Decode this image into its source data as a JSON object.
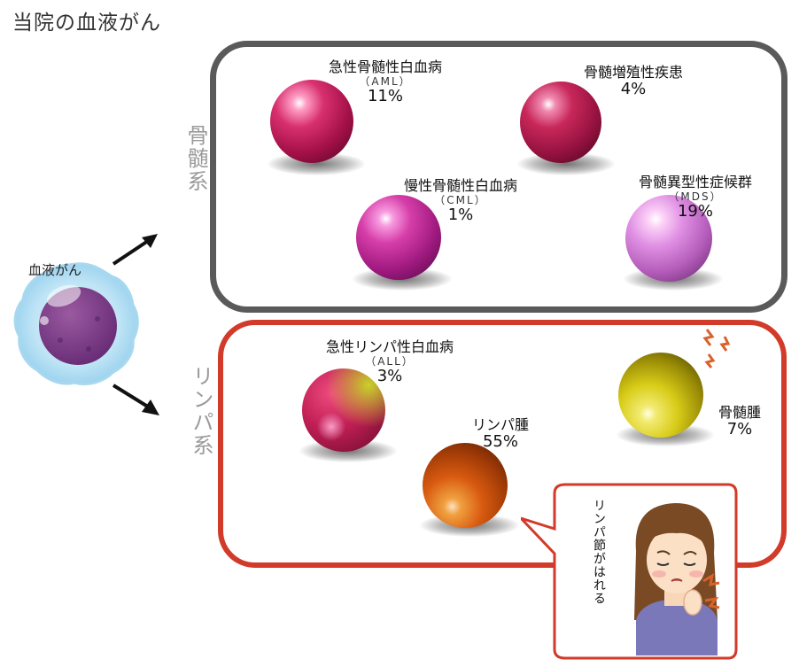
{
  "title": "当院の血液がん",
  "cell_label": "血液がん",
  "groups": {
    "marrow": {
      "label": "骨髄系",
      "border_color": "#5a5a5a"
    },
    "lymph": {
      "label": "リンパ系",
      "border_color": "#d23a2a"
    }
  },
  "diseases": {
    "aml": {
      "name": "急性骨髄性白血病",
      "abbr": "（AML）",
      "percent": "11%",
      "color": "#c0205a"
    },
    "mpn": {
      "name": "骨髄増殖性疾患",
      "percent": "4%",
      "color": "#b01a4a"
    },
    "cml": {
      "name": "慢性骨髄性白血病",
      "abbr": "（CML）",
      "percent": "1%",
      "color": "#c02890"
    },
    "mds": {
      "name": "骨髄異型性症候群",
      "abbr": "（MDS）",
      "percent": "19%",
      "color": "#d070d8"
    },
    "all": {
      "name": "急性リンパ性白血病",
      "abbr": "（ALL）",
      "percent": "3%",
      "color": "#c01f55"
    },
    "lymphoma": {
      "name": "リンパ腫",
      "percent": "55%",
      "color": "#d85a10"
    },
    "myeloma": {
      "name": "骨髄腫",
      "percent": "7%",
      "color": "#d8cc18"
    }
  },
  "bubble_text": "リンパ節がはれる"
}
